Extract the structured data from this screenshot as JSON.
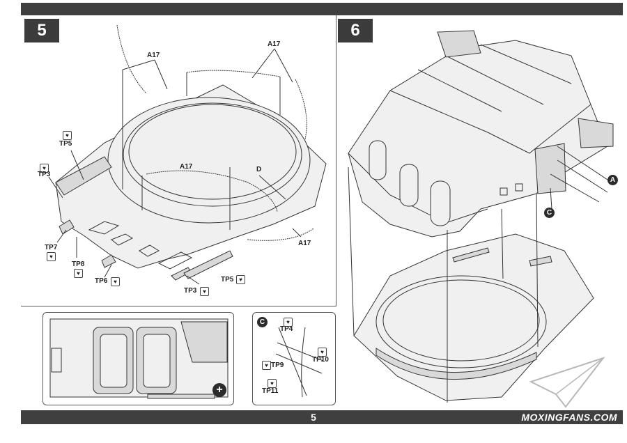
{
  "page": {
    "number": "5",
    "brand": "MOXINGFANS.COM"
  },
  "step5": {
    "number": "5",
    "labels": {
      "a17_top_left": "A17",
      "a17_top_right": "A17",
      "a17_center": "A17",
      "a17_bottom_right": "A17",
      "d": "D",
      "tp5_left": "TP5",
      "tp3_left": "TP3",
      "tp7": "TP7",
      "tp8": "TP8",
      "tp6": "TP6",
      "tp3_bottom": "TP3",
      "tp5_bottom": "TP5"
    },
    "inset_c": {
      "marker": "C",
      "tp4": "TP4",
      "tp9": "TP9",
      "tp10": "TP10",
      "tp11": "TP11"
    }
  },
  "step6": {
    "number": "6",
    "callout_a": "A",
    "callout_c": "C"
  },
  "icons": {
    "glue": "glue-icon",
    "zoom": "magnify-plus-icon",
    "watermark": "paper-plane-logo"
  }
}
